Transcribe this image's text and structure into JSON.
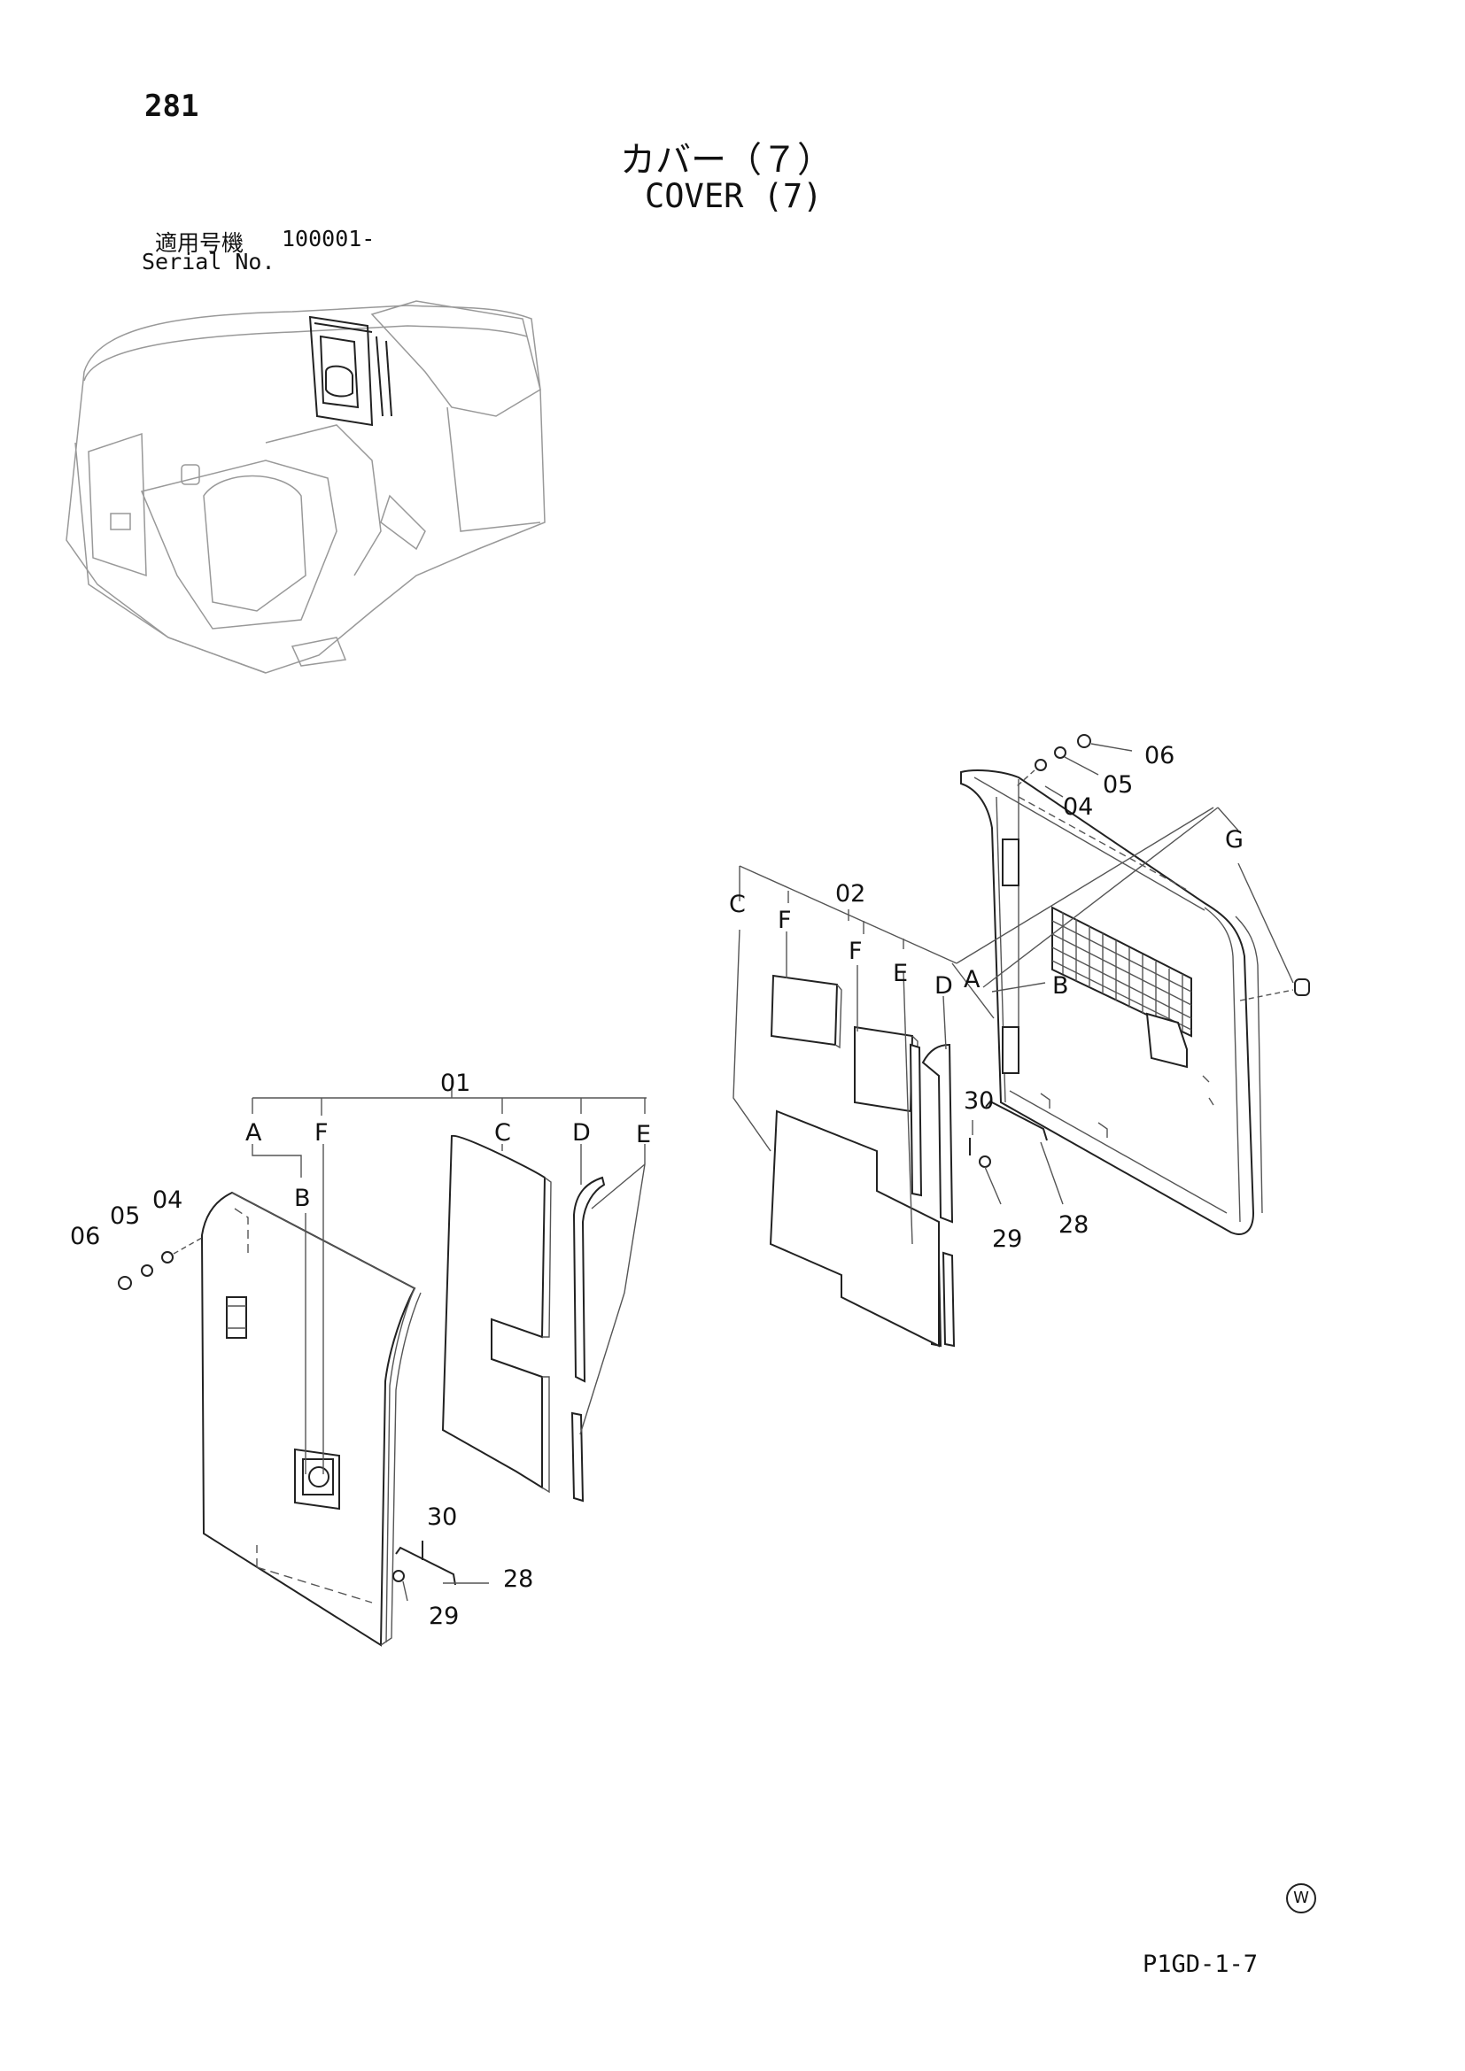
{
  "header": {
    "page_number": "281",
    "title_jp": "カバー（７）",
    "title_en": "COVER (7)",
    "serial_label_jp": "適用号機",
    "serial_value": "100001-",
    "serial_label_en": "Serial No."
  },
  "footer": {
    "drawing_code": "P1GD-1-7",
    "mark": "W"
  },
  "callouts": {
    "left": {
      "assembly": "01",
      "A": "A",
      "B": "B",
      "C": "C",
      "D": "D",
      "E": "E",
      "F": "F",
      "p04": "04",
      "p05": "05",
      "p06": "06",
      "p28": "28",
      "p29": "29",
      "p30": "30"
    },
    "right": {
      "assembly": "02",
      "A": "A",
      "B": "B",
      "C": "C",
      "D": "D",
      "E": "E",
      "F1": "F",
      "F2": "F",
      "G": "G",
      "p04": "04",
      "p05": "05",
      "p06": "06",
      "p28": "28",
      "p29": "29",
      "p30": "30"
    }
  }
}
